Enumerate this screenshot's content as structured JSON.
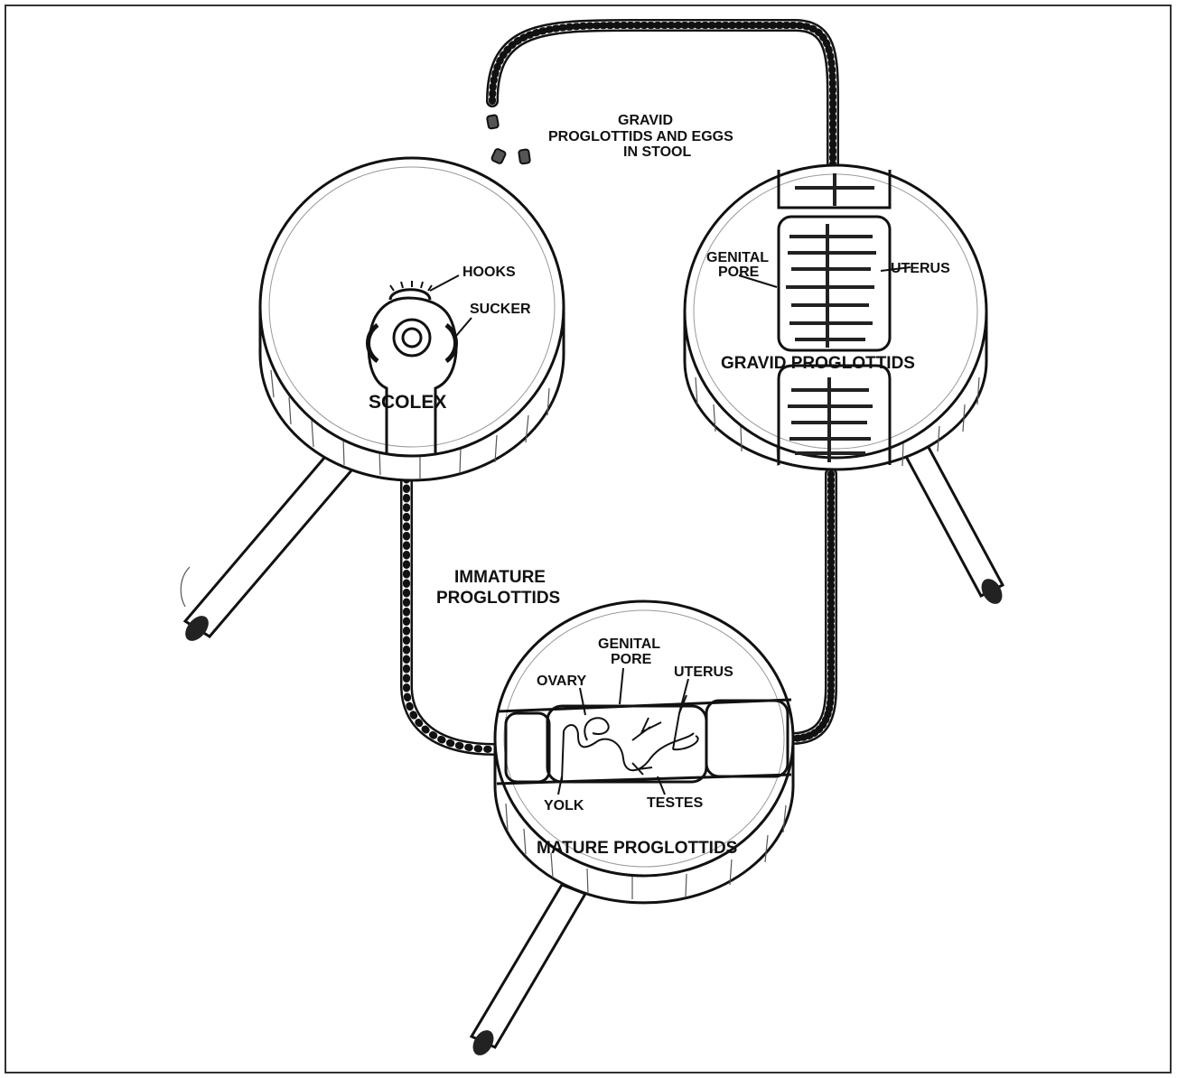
{
  "colors": {
    "ink": "#111111",
    "paper": "#ffffff",
    "frame": "#333333"
  },
  "labels": {
    "gravid_stool": [
      "GRAVID",
      "PROGLOTTIDS AND EGGS",
      "IN STOOL"
    ],
    "hooks": "HOOKS",
    "sucker": "SUCKER",
    "scolex": "SCOLEX",
    "genital_pore_gravid": [
      "GENITAL",
      "PORE"
    ],
    "uterus_gravid": "UTERUS",
    "gravid_proglottids": "GRAVID PROGLOTTIDS",
    "immature_proglottids": [
      "IMMATURE",
      "PROGLOTTIDS"
    ],
    "genital_pore_mature": [
      "GENITAL",
      "PORE"
    ],
    "ovary": "OVARY",
    "uterus_mature": "UTERUS",
    "yolk": "YOLK",
    "testes": "TESTES",
    "mature_proglottids": "MATURE PROGLOTTIDS"
  }
}
